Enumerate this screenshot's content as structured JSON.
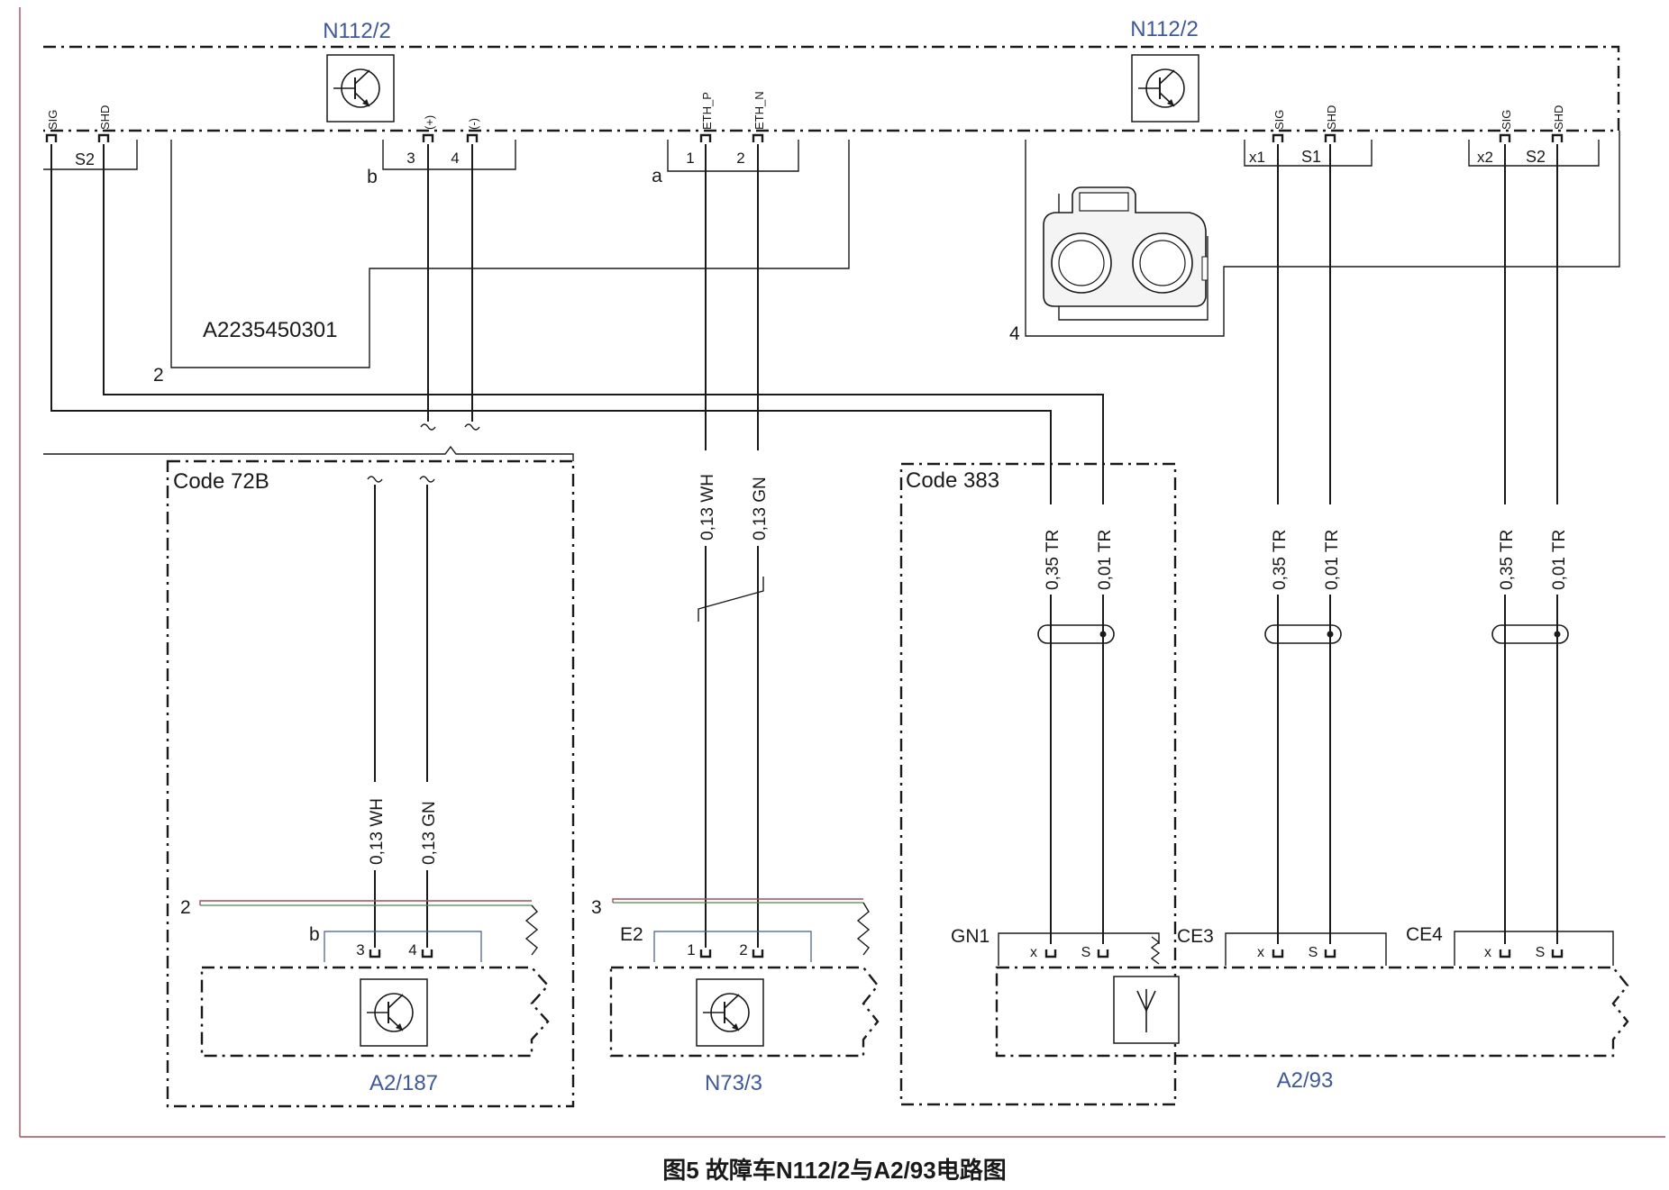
{
  "modules": {
    "n112_left": "N112/2",
    "n112_right": "N112/2",
    "a2_187": "A2/187",
    "n73_3": "N73/3",
    "a2_93": "A2/93"
  },
  "codes": {
    "code_72b": "Code 72B",
    "code_383": "Code 383"
  },
  "part_number": "A2235450301",
  "top_pins": {
    "sig": "SIG",
    "shd": "SHD",
    "plus": "(+)",
    "minus": "(-)",
    "eth_p": "ETH_P",
    "eth_n": "ETH_N"
  },
  "connector_labels": {
    "s1": "S1",
    "s2": "S2",
    "x1": "x1",
    "x2": "x2",
    "a": "a",
    "b": "b",
    "e2": "E2",
    "gn1": "GN1",
    "ce3": "CE3",
    "ce4": "CE4",
    "x": "x",
    "s": "S"
  },
  "pin_numbers": {
    "p1": "1",
    "p2": "2",
    "p3": "3",
    "p4": "4"
  },
  "side_numbers": {
    "n2": "2",
    "n3": "3",
    "n4": "4"
  },
  "wires": {
    "wh": "0,13 WH",
    "gn": "0,13 GN",
    "tr35": "0,35 TR",
    "tr01": "0,01 TR"
  },
  "caption": "图5 故障车N112/2与A2/93电路图"
}
